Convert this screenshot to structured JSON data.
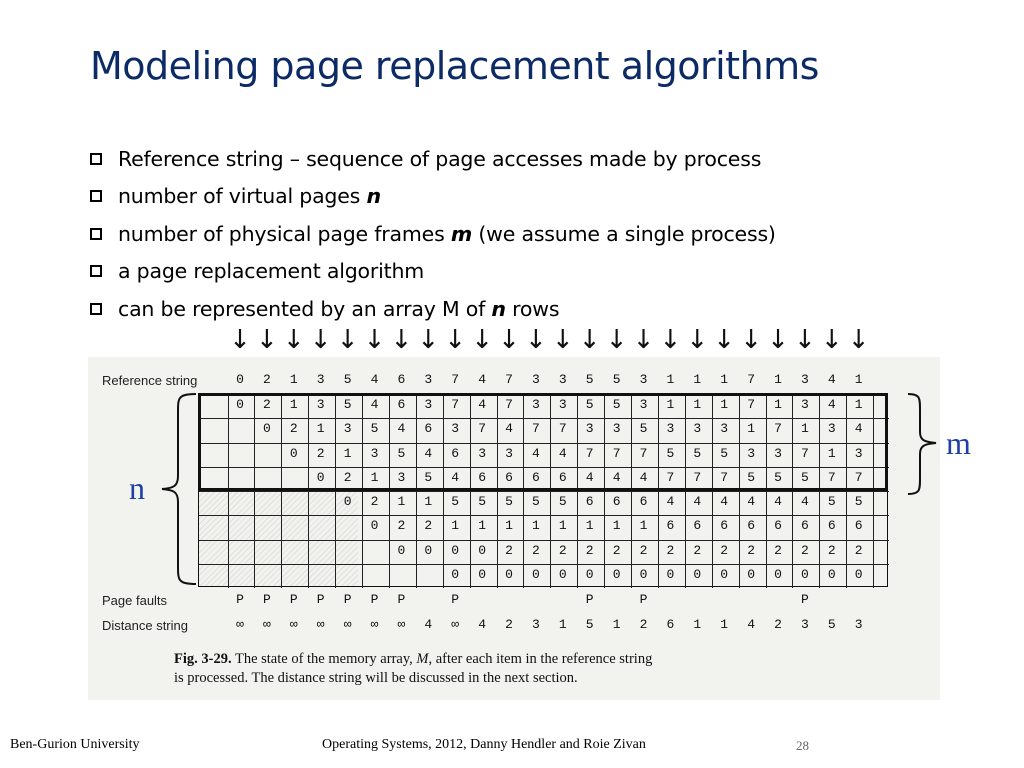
{
  "slide": {
    "title": "Modeling page replacement algorithms",
    "bullets": [
      {
        "pre": "Reference string – sequence of page accesses made by process",
        "em": "",
        "post": ""
      },
      {
        "pre": "number of virtual pages ",
        "em": "n",
        "post": ""
      },
      {
        "pre": "number of physical page frames ",
        "em": "m",
        "post": " (we assume a single process)"
      },
      {
        "pre": "a page replacement algorithm",
        "em": "",
        "post": ""
      },
      {
        "pre": "can be represented by an array M of ",
        "em": "n",
        "post": " rows"
      }
    ],
    "arrow_glyph": "↓",
    "arrow_count": 24
  },
  "figure": {
    "row_labels": {
      "reference": "Reference string",
      "faults": "Page faults",
      "distance": "Distance string"
    },
    "reference_string": [
      "0",
      "2",
      "1",
      "3",
      "5",
      "4",
      "6",
      "3",
      "7",
      "4",
      "7",
      "3",
      "3",
      "5",
      "5",
      "3",
      "1",
      "1",
      "1",
      "7",
      "1",
      "3",
      "4",
      "1"
    ],
    "memory_array": [
      [
        "0",
        "2",
        "1",
        "3",
        "5",
        "4",
        "6",
        "3",
        "7",
        "4",
        "7",
        "3",
        "3",
        "5",
        "5",
        "3",
        "1",
        "1",
        "1",
        "7",
        "1",
        "3",
        "4",
        "1"
      ],
      [
        "",
        "0",
        "2",
        "1",
        "3",
        "5",
        "4",
        "6",
        "3",
        "7",
        "4",
        "7",
        "7",
        "3",
        "3",
        "5",
        "3",
        "3",
        "3",
        "1",
        "7",
        "1",
        "3",
        "4"
      ],
      [
        "",
        "",
        "0",
        "2",
        "1",
        "3",
        "5",
        "4",
        "6",
        "3",
        "3",
        "4",
        "4",
        "7",
        "7",
        "7",
        "5",
        "5",
        "5",
        "3",
        "3",
        "7",
        "1",
        "3"
      ],
      [
        "",
        "",
        "",
        "0",
        "2",
        "1",
        "3",
        "5",
        "4",
        "6",
        "6",
        "6",
        "6",
        "4",
        "4",
        "4",
        "7",
        "7",
        "7",
        "5",
        "5",
        "5",
        "7",
        "7"
      ],
      [
        "",
        "",
        "",
        "",
        "0",
        "2",
        "1",
        "1",
        "5",
        "5",
        "5",
        "5",
        "5",
        "6",
        "6",
        "6",
        "4",
        "4",
        "4",
        "4",
        "4",
        "4",
        "5",
        "5"
      ],
      [
        "",
        "",
        "",
        "",
        "",
        "0",
        "2",
        "2",
        "1",
        "1",
        "1",
        "1",
        "1",
        "1",
        "1",
        "1",
        "6",
        "6",
        "6",
        "6",
        "6",
        "6",
        "6",
        "6"
      ],
      [
        "",
        "",
        "",
        "",
        "",
        "",
        "0",
        "0",
        "0",
        "0",
        "2",
        "2",
        "2",
        "2",
        "2",
        "2",
        "2",
        "2",
        "2",
        "2",
        "2",
        "2",
        "2",
        "2"
      ],
      [
        "",
        "",
        "",
        "",
        "",
        "",
        "",
        "",
        "0",
        "0",
        "0",
        "0",
        "0",
        "0",
        "0",
        "0",
        "0",
        "0",
        "0",
        "0",
        "0",
        "0",
        "0",
        "0"
      ]
    ],
    "page_faults": [
      "P",
      "P",
      "P",
      "P",
      "P",
      "P",
      "P",
      "",
      "P",
      "",
      "",
      "",
      "",
      "P",
      "",
      "P",
      "",
      "",
      "",
      "",
      "",
      "P",
      "",
      ""
    ],
    "distance_string": [
      "∞",
      "∞",
      "∞",
      "∞",
      "∞",
      "∞",
      "∞",
      "4",
      "∞",
      "4",
      "2",
      "3",
      "1",
      "5",
      "1",
      "2",
      "6",
      "1",
      "1",
      "4",
      "2",
      "3",
      "5",
      "3"
    ],
    "caption_label": "Fig. 3-29.",
    "caption_text_1": " The state of the memory array, ",
    "caption_M": "M",
    "caption_text_2": ", after each item in the reference string",
    "caption_line2": "is processed.  The distance string will be discussed in the next section."
  },
  "annotations": {
    "m_label": "m",
    "n_label": "n"
  },
  "footer": {
    "left": "Ben-Gurion University",
    "center": "Operating Systems, 2012, Danny Hendler and Roie Zivan",
    "page": "28"
  },
  "colors": {
    "title": "#0b2a66",
    "annotation": "#1f3ea8"
  }
}
